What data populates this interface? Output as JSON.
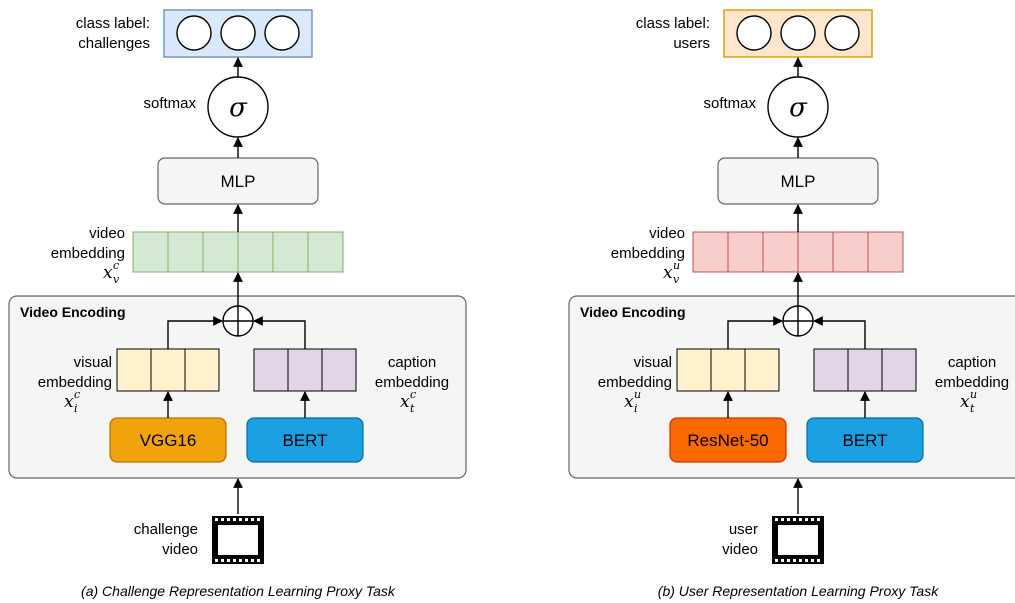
{
  "panels": [
    {
      "class_label": [
        "class label:",
        "challenges"
      ],
      "softmax_label": "softmax",
      "sigma_symbol": "σ",
      "mlp_label": "MLP",
      "video_embedding_label": [
        "video",
        "embedding"
      ],
      "video_embedding_var": {
        "base": "x",
        "sub": "v",
        "sup": "c"
      },
      "section_title": "Video Encoding",
      "visual_embedding_label": [
        "visual",
        "embedding"
      ],
      "visual_embedding_var": {
        "base": "x",
        "sub": "i",
        "sup": "c"
      },
      "caption_embedding_label": [
        "caption",
        "embedding"
      ],
      "caption_embedding_var": {
        "base": "x",
        "sub": "t",
        "sup": "c"
      },
      "visual_model": "VGG16",
      "text_model": "BERT",
      "input_label": [
        "challenge",
        "video"
      ],
      "caption": "(a) Challenge Representation Learning Proxy Task",
      "colors": {
        "class_fill": "#dae8fc",
        "class_stroke": "#6c8ebf",
        "embed_fill": "#d5e8d4",
        "embed_stroke": "#82b366",
        "visual_model_fill": "#f0a30a",
        "visual_model_stroke": "#bd7000"
      }
    },
    {
      "class_label": [
        "class label:",
        "users"
      ],
      "softmax_label": "softmax",
      "sigma_symbol": "σ",
      "mlp_label": "MLP",
      "video_embedding_label": [
        "video",
        "embedding"
      ],
      "video_embedding_var": {
        "base": "x",
        "sub": "v",
        "sup": "u"
      },
      "section_title": "Video Encoding",
      "visual_embedding_label": [
        "visual",
        "embedding"
      ],
      "visual_embedding_var": {
        "base": "x",
        "sub": "i",
        "sup": "u"
      },
      "caption_embedding_label": [
        "caption",
        "embedding"
      ],
      "caption_embedding_var": {
        "base": "x",
        "sub": "t",
        "sup": "u"
      },
      "visual_model": "ResNet-50",
      "text_model": "BERT",
      "input_label": [
        "user",
        "video"
      ],
      "caption": "(b) User Representation Learning Proxy Task",
      "colors": {
        "class_fill": "#ffe6cc",
        "class_stroke": "#d79b00",
        "embed_fill": "#f8cecc",
        "embed_stroke": "#b85450",
        "visual_model_fill": "#fa6800",
        "visual_model_stroke": "#c73500"
      }
    }
  ],
  "shared_colors": {
    "visual_embed_fill": "#fff2cc",
    "visual_embed_stroke": "#000000",
    "caption_embed_fill": "#e1d5e7",
    "caption_embed_stroke": "#000000",
    "bert_fill": "#1ba1e2",
    "bert_stroke": "#006eaf",
    "encoding_fill": "#f5f5f5",
    "encoding_stroke": "#666666",
    "mlp_fill": "#f5f5f5",
    "mlp_stroke": "#666666"
  }
}
